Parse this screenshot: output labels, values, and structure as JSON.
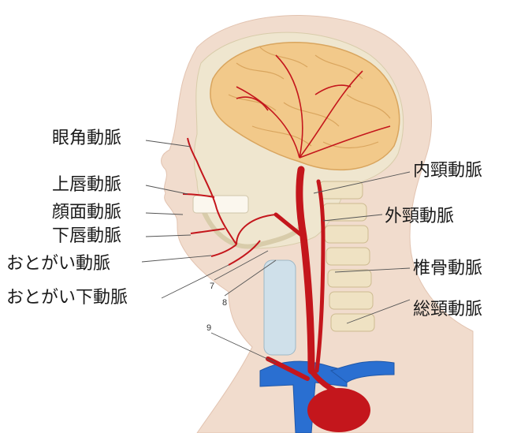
{
  "labels_left": [
    {
      "id": "angular",
      "text": "眼角動脈"
    },
    {
      "id": "upper-lip",
      "text": "上唇動脈"
    },
    {
      "id": "facial",
      "text": "顔面動脈"
    },
    {
      "id": "lower-lip",
      "text": "下唇動脈"
    },
    {
      "id": "mental",
      "text": "おとがい動脈"
    },
    {
      "id": "submental",
      "text": "おとがい下動脈"
    }
  ],
  "labels_right": [
    {
      "id": "internal-carotid",
      "text": "内頸動脈"
    },
    {
      "id": "external-carotid",
      "text": "外頸動脈"
    },
    {
      "id": "vertebral",
      "text": "椎骨動脈"
    },
    {
      "id": "common-carotid",
      "text": "総頸動脈"
    }
  ],
  "numbers": [
    "7",
    "8",
    "9"
  ],
  "colors": {
    "artery": "#c4161c",
    "vein": "#2a6fd1",
    "skin": "#f1dccd",
    "bone": "#efe6cf",
    "brain": "#f2c98a"
  }
}
